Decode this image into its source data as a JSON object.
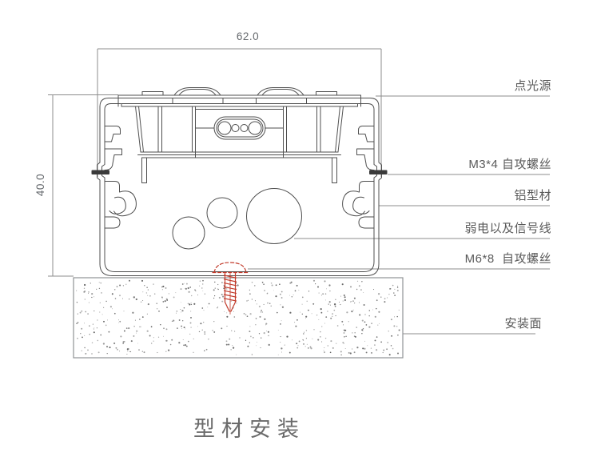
{
  "meta": {
    "caption": "型材安装"
  },
  "dimensions": {
    "width_label": "62.0",
    "height_label": "40.0"
  },
  "callouts": [
    {
      "id": "point-light-source",
      "label": "点光源"
    },
    {
      "id": "m3-self-tapping-screw",
      "label": "M3*4 自攻螺丝"
    },
    {
      "id": "aluminum-profile",
      "label": "铝型材"
    },
    {
      "id": "low-voltage-signal-wires",
      "label": "弱电以及信号线"
    },
    {
      "id": "m6-self-tapping-screw",
      "label": "M6*8  自攻螺丝"
    },
    {
      "id": "mounting-surface",
      "label": "安装面"
    }
  ],
  "colors": {
    "background": "#ffffff",
    "line": "#4f4f4f",
    "dim_line": "#8c8c8c",
    "label_text": "#5a5a5a",
    "title_text": "#6b6b6b",
    "screw_red": "#c23b2b"
  }
}
